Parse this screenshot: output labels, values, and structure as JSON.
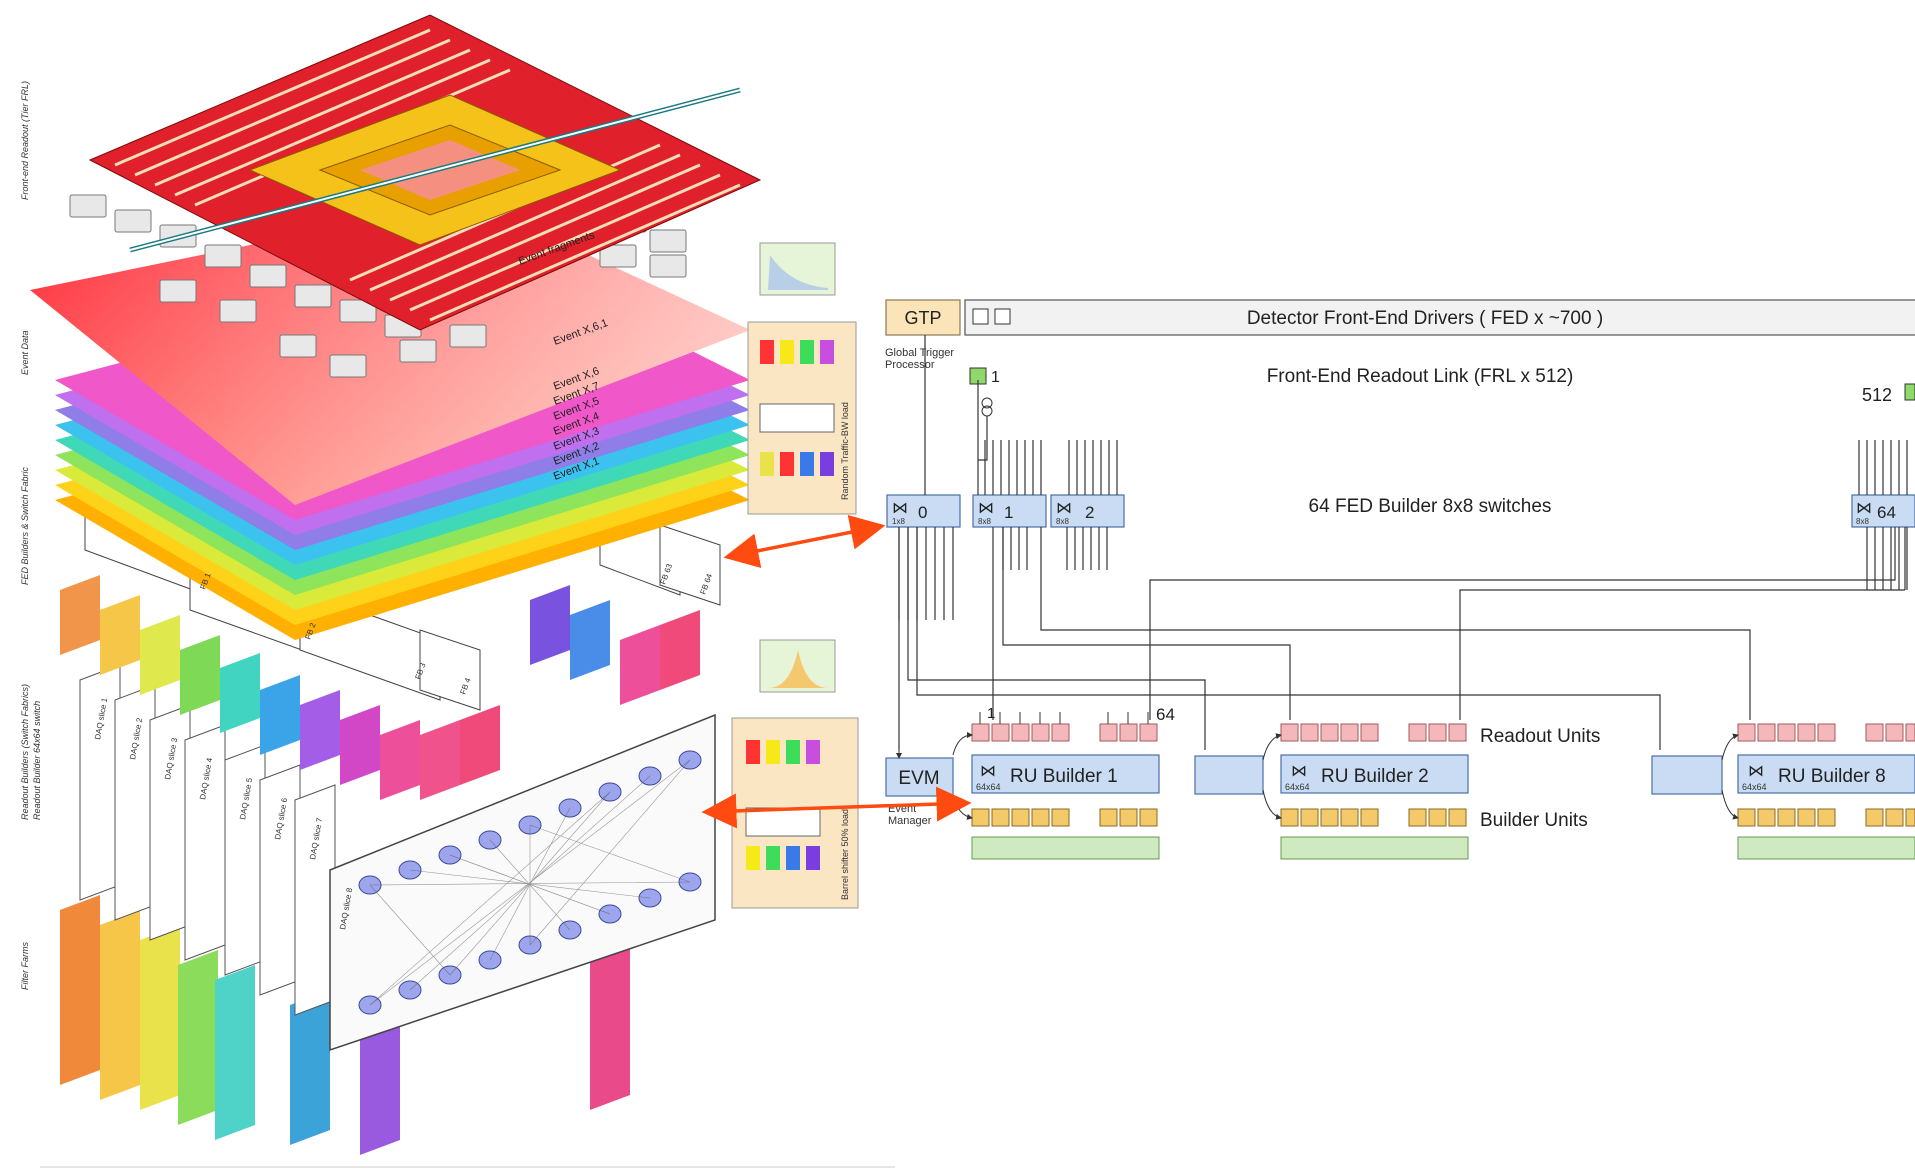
{
  "left_illustration": {
    "side_labels": [
      "Front-end Readout (Tier FRL)",
      "Event Data",
      "FED Builders & Switch Fabric",
      "Readout Builders (Switch Fabrics)",
      "Readout Builder 64x64 switch",
      "Filter Farms"
    ],
    "layer_labels": [
      "Event fragments",
      "Event X,6,1",
      "Event X,6",
      "Event X,7",
      "Event X,5",
      "Event X,4",
      "Event X,3",
      "Event X,2",
      "Event X,1"
    ],
    "slice_labels": [
      "DAQ slice 1",
      "DAQ slice 2",
      "DAQ slice 3",
      "DAQ slice 4",
      "DAQ slice 5",
      "DAQ slice 6",
      "DAQ slice 7",
      "DAQ slice 8"
    ],
    "fed_labels": [
      "FB 1",
      "FB 2",
      "FB 3",
      "FB 4",
      "FB 63",
      "FB 64"
    ],
    "inset_labels": [
      "Random Traffic-BW load",
      "Barrel shifter 50% load"
    ]
  },
  "diagram": {
    "gtp_label": "GTP",
    "gtp_caption": [
      "Global Trigger",
      "Processor"
    ],
    "fed_bar_label": "Detector Front-End Drivers ( FED x ~700 )",
    "frl_label": "Front-End Readout Link (FRL x 512)",
    "frl_first": "1",
    "frl_last": "512",
    "switch_text": "64 FED Builder 8x8 switches",
    "switches": [
      {
        "num": "0",
        "size": "1x8"
      },
      {
        "num": "1",
        "size": "8x8"
      },
      {
        "num": "2",
        "size": "8x8"
      },
      {
        "num": "64",
        "size": "8x8"
      }
    ],
    "evm_label": "EVM",
    "evm_caption": [
      "Event",
      "Manager"
    ],
    "ru_builders": [
      {
        "label": "RU Builder 1",
        "size": "64x64"
      },
      {
        "label": "RU Builder 2",
        "size": "64x64"
      },
      {
        "label": "RU Builder 8",
        "size": "64x64"
      }
    ],
    "ru_index_first": "1",
    "ru_index_last": "64",
    "readout_units_label": "Readout Units",
    "builder_units_label": "Builder Units"
  },
  "colors": {
    "switch_fill": "#c9dcf3",
    "switch_stroke": "#4a6fa5",
    "gtp_fill": "#fbe5b8",
    "ru_fill": "#f4b8bc",
    "bu_fill": "#f3c96a",
    "farm_fill": "#cfe9c0",
    "arrow": "#ff4a10"
  }
}
